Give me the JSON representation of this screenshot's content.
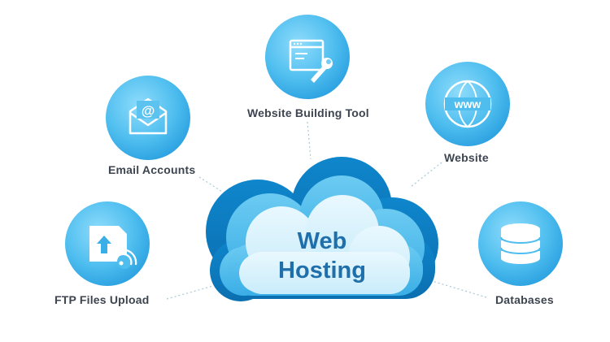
{
  "center": {
    "line1": "Web",
    "line2": "Hosting"
  },
  "nodes": {
    "email": {
      "label": "Email Accounts",
      "icon": "email-envelope-icon"
    },
    "website_building_tool": {
      "label": "Website Building Tool",
      "icon": "browser-wrench-icon"
    },
    "website": {
      "label": "Website",
      "icon": "www-globe-icon"
    },
    "ftp": {
      "label": "FTP Files Upload",
      "icon": "file-upload-icon"
    },
    "databases": {
      "label": "Databases",
      "icon": "database-icon"
    }
  },
  "icon_text": {
    "www": "www",
    "at": "@"
  },
  "colors": {
    "circle_light": "#7fd4f8",
    "circle_dark": "#2aa6e5",
    "cloud_dark": "#1a8fd1",
    "cloud_mid": "#4fbcec",
    "cloud_light": "#dff4fd",
    "text": "#3d4550",
    "center_text": "#1f6faa",
    "connector": "#a9c8d8"
  }
}
